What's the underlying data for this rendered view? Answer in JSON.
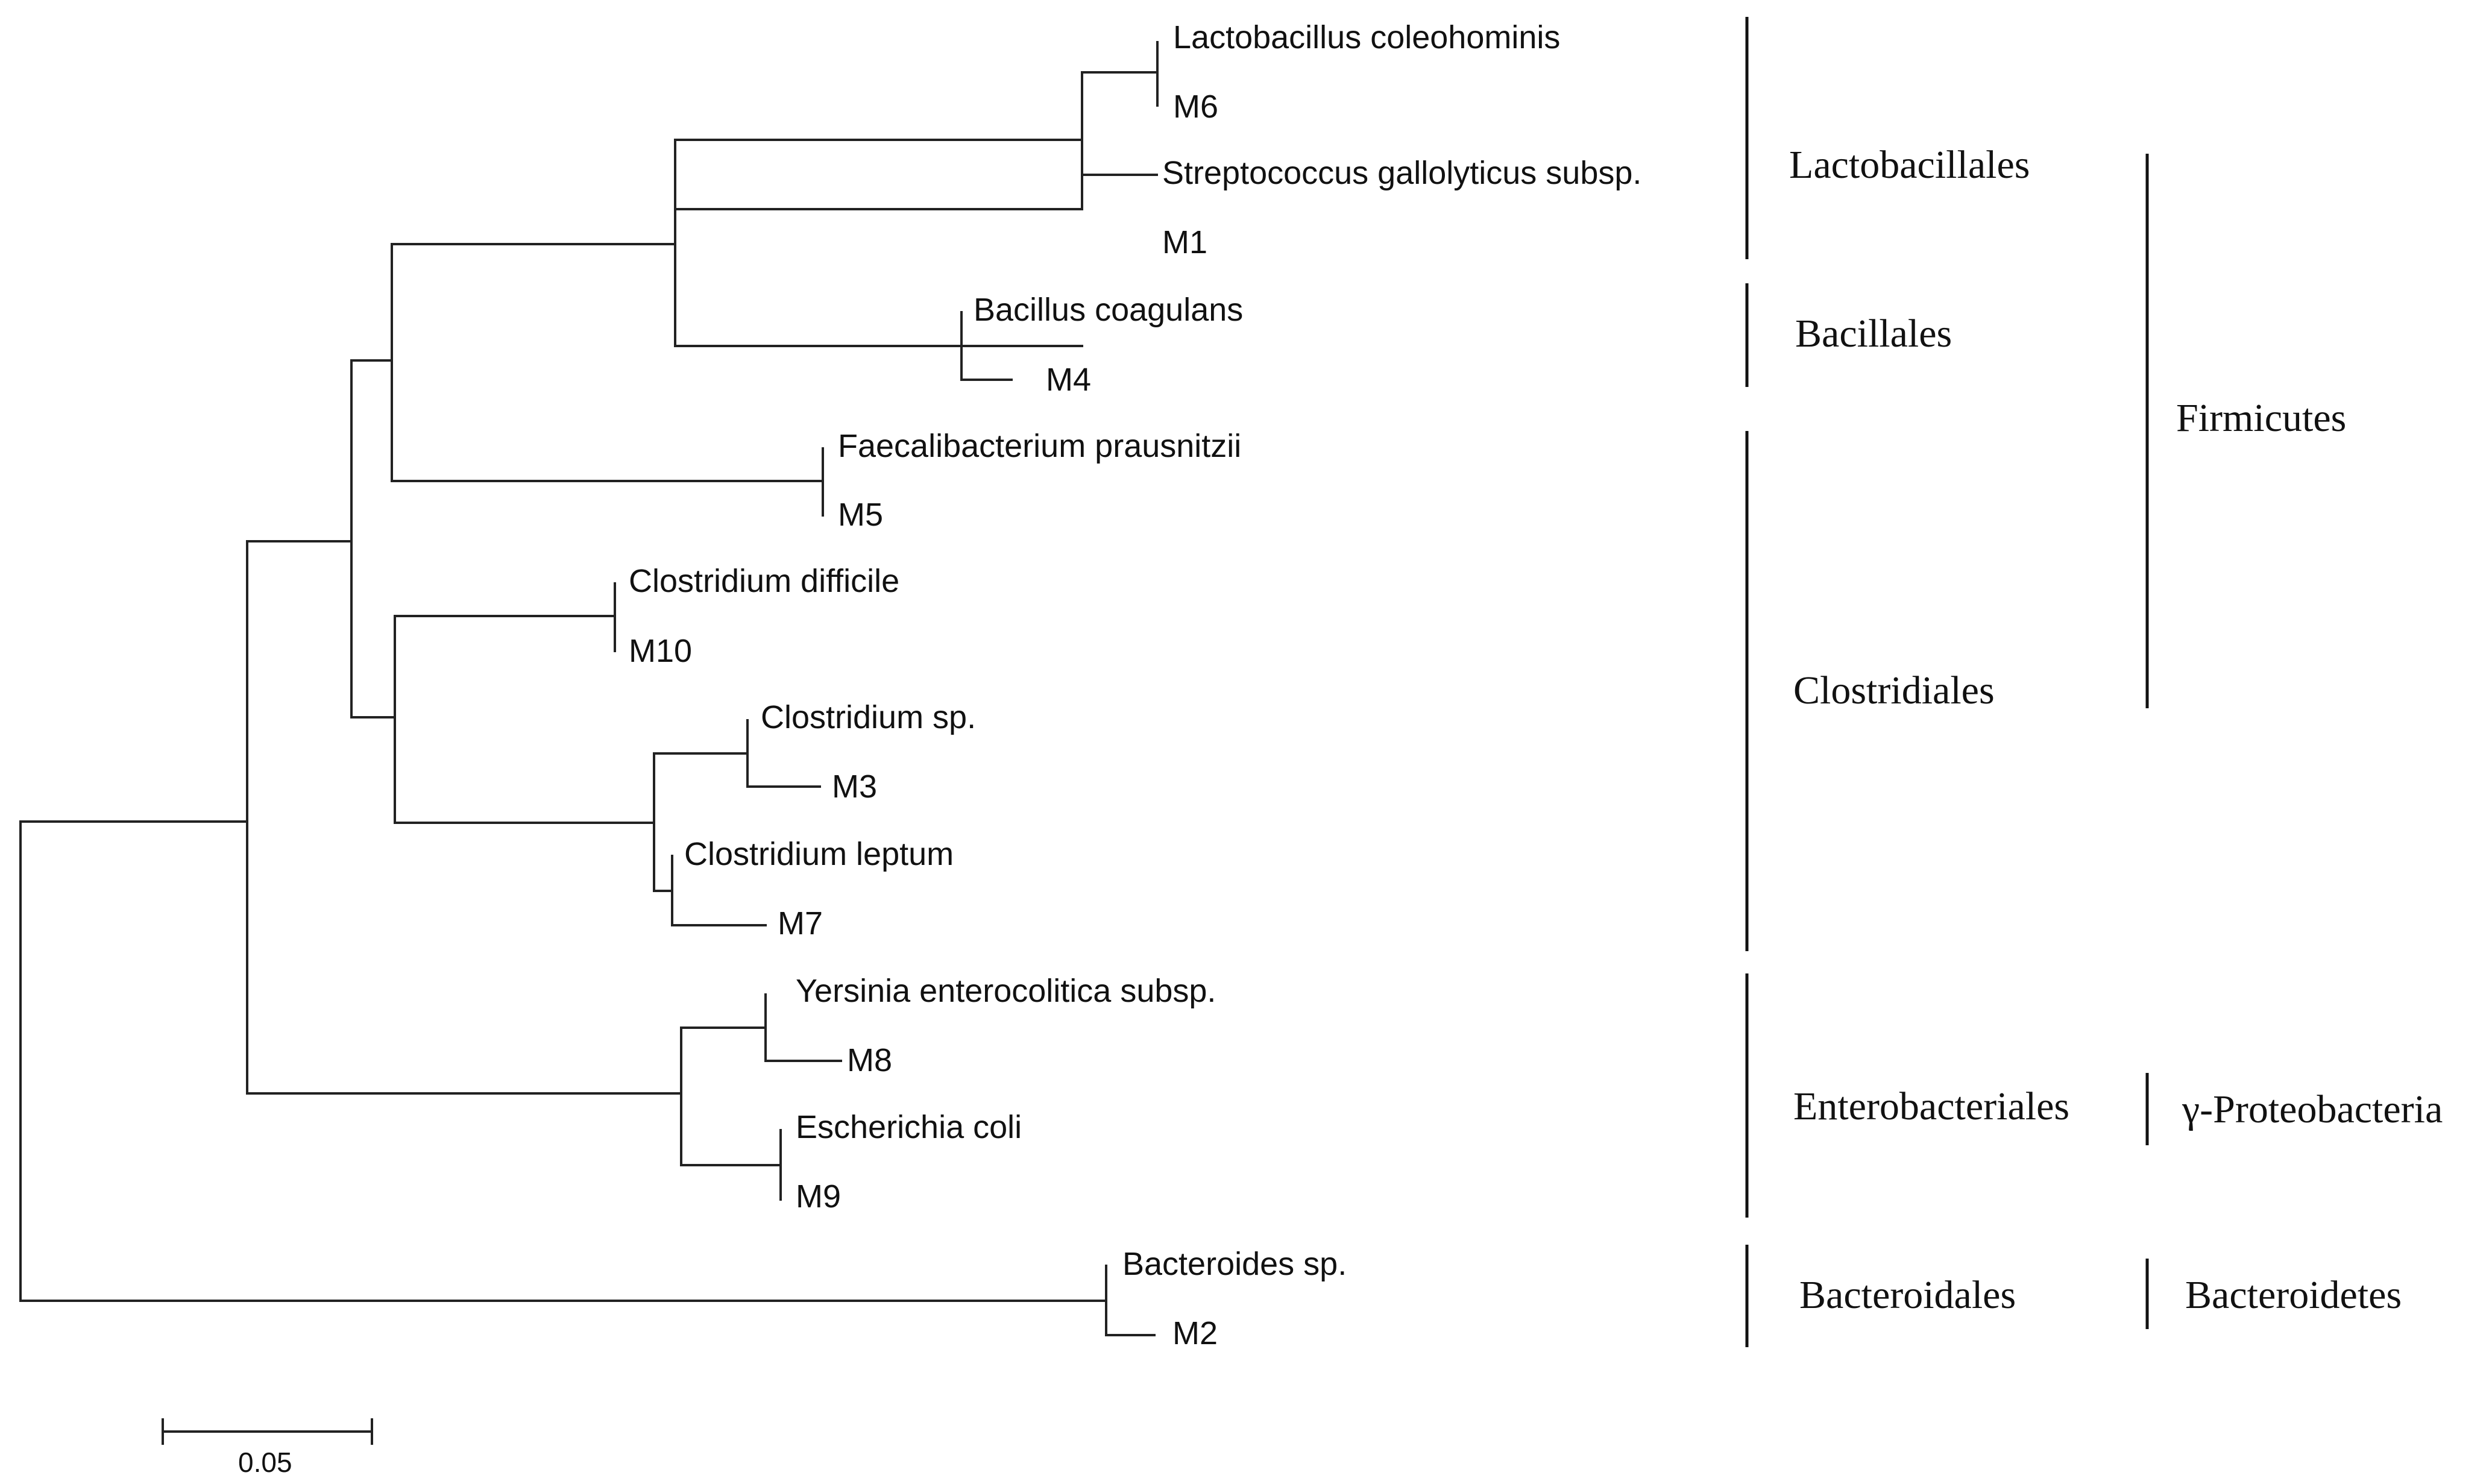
{
  "leaves": [
    {
      "id": "lacto",
      "label": "Lactobacillus coleohominis"
    },
    {
      "id": "m6",
      "label": "M6"
    },
    {
      "id": "strep",
      "label": "Streptococcus gallolyticus subsp."
    },
    {
      "id": "m1",
      "label": "M1"
    },
    {
      "id": "bacil",
      "label": "Bacillus coagulans"
    },
    {
      "id": "m4",
      "label": "M4"
    },
    {
      "id": "faecal",
      "label": "Faecalibacterium prausnitzii"
    },
    {
      "id": "m5",
      "label": "M5"
    },
    {
      "id": "cdiff",
      "label": "Clostridium difficile"
    },
    {
      "id": "m10",
      "label": "M10"
    },
    {
      "id": "csp",
      "label": "Clostridium sp."
    },
    {
      "id": "m3",
      "label": "M3"
    },
    {
      "id": "clep",
      "label": "Clostridium leptum"
    },
    {
      "id": "m7",
      "label": "M7"
    },
    {
      "id": "yers",
      "label": "Yersinia enterocolitica subsp."
    },
    {
      "id": "m8",
      "label": "M8"
    },
    {
      "id": "ecoli",
      "label": "Escherichia coli"
    },
    {
      "id": "m9",
      "label": "M9"
    },
    {
      "id": "bsp",
      "label": "Bacteroides sp."
    },
    {
      "id": "m2",
      "label": "M2"
    }
  ],
  "orders": [
    {
      "id": "lactobacillales",
      "label": "Lactobacillales"
    },
    {
      "id": "bacillales",
      "label": "Bacillales"
    },
    {
      "id": "clostridiales",
      "label": "Clostridiales"
    },
    {
      "id": "enterobacteriales",
      "label": "Enterobacteriales"
    },
    {
      "id": "bacteroidales",
      "label": "Bacteroidales"
    }
  ],
  "phyla": [
    {
      "id": "firmicutes",
      "label": "Firmicutes"
    },
    {
      "id": "proteobacteria",
      "label": "γ-Proteobacteria"
    },
    {
      "id": "bacteroidetes",
      "label": "Bacteroidetes"
    }
  ],
  "scale_bar": {
    "label": "0.05"
  }
}
